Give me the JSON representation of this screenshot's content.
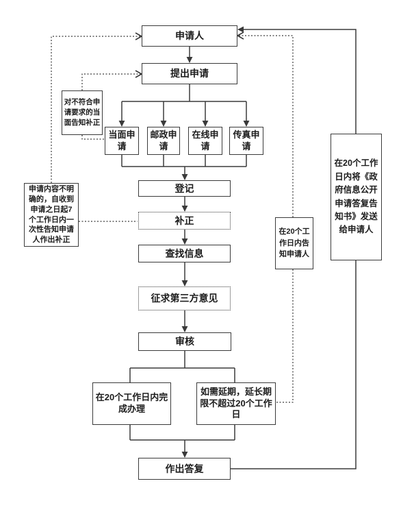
{
  "diagram": {
    "title_hint": "政府信息公开申请办理流程图",
    "nodes": {
      "applicant": "申请人",
      "submit": "提出申请",
      "note_inperson_correction": "对不符合申请要求的当面告知补正",
      "inperson": "当面申请",
      "postal": "邮政申请",
      "online": "在线申请",
      "fax": "传真申请",
      "register": "登记",
      "correction": "补正",
      "search_info": "查找信息",
      "third_party": "征求第三方意见",
      "review": "审核",
      "complete_20": "在20个工作日内完成办理",
      "extend": "如需延期，延长期限不超过20个工作日",
      "reply": "作出答复",
      "note_unclear": "申请内容不明确的，自收到申请之日起7个工作日内一次性告知申请人作出补正",
      "notify_20": "在20个工作日内告知申请人",
      "send_notice": "在20个工作日内将《政府信息公开申请答复告知书》发送给申请人"
    },
    "colors": {
      "line": "#3a3a3a",
      "box_border": "#3a3a3a",
      "text": "#1c1c1c",
      "background": "#ffffff"
    }
  }
}
